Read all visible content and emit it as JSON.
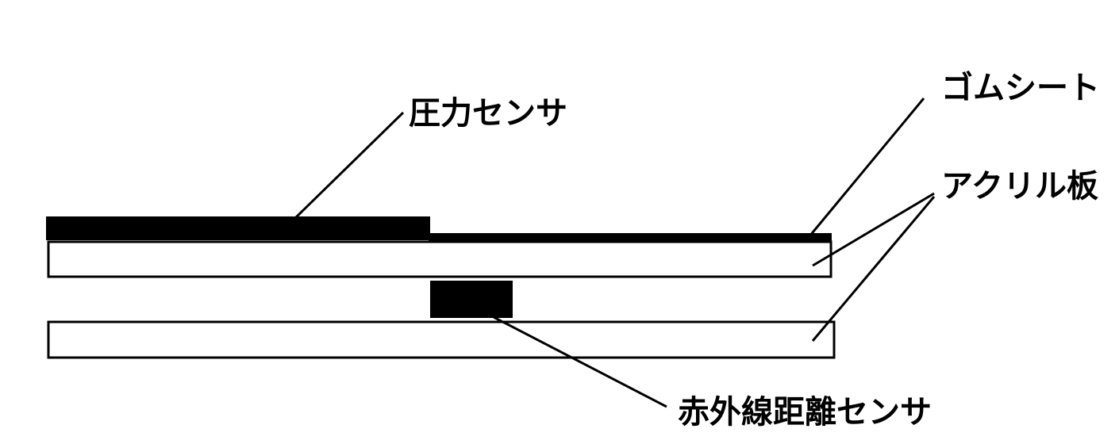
{
  "labels": {
    "pressure_sensor": "圧力センサ",
    "rubber_sheet": "ゴムシート",
    "acrylic_plate": "アクリル板",
    "ir_distance_sensor": "赤外線距離センサ"
  },
  "colors": {
    "ink": "#000000",
    "background": "#ffffff"
  }
}
